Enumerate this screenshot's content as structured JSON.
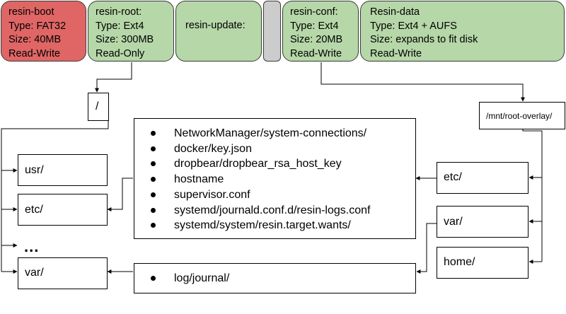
{
  "colors": {
    "boot_red": "#e06666",
    "partition_green": "#b6d7a8",
    "gap_grey": "#cccccc"
  },
  "partitions": [
    {
      "name": "resin-boot",
      "lines": [
        "resin-boot",
        "Type: FAT32",
        "Size: 40MB",
        "Read-Write"
      ]
    },
    {
      "name": "resin-root",
      "lines": [
        "resin-root:",
        "Type: Ext4",
        "Size: 300MB",
        "Read-Only"
      ]
    },
    {
      "name": "resin-update",
      "lines": [
        "resin-update:"
      ]
    },
    {
      "name": "gap",
      "lines": []
    },
    {
      "name": "resin-conf",
      "lines": [
        "resin-conf:",
        "Type: Ext4",
        "Size: 20MB",
        "Read-Write"
      ]
    },
    {
      "name": "resin-data",
      "lines": [
        "Resin-data",
        "Type: Ext4 + AUFS",
        "Size: expands to fit disk",
        "Read-Write"
      ]
    }
  ],
  "root_tree": {
    "root": "/",
    "usr": "usr/",
    "etc": "etc/",
    "ellipsis": "...",
    "var": "var/"
  },
  "overlay_tree": {
    "root": "/mnt/root-overlay/",
    "etc": "etc/",
    "var": "var/",
    "home": "home/"
  },
  "etc_files": [
    "NetworkManager/system-connections/",
    "docker/key.json",
    "dropbear/dropbear_rsa_host_key",
    "hostname",
    "supervisor.conf",
    "systemd/journald.conf.d/resin-logs.conf",
    "systemd/system/resin.target.wants/"
  ],
  "var_files": [
    "log/journal/"
  ]
}
